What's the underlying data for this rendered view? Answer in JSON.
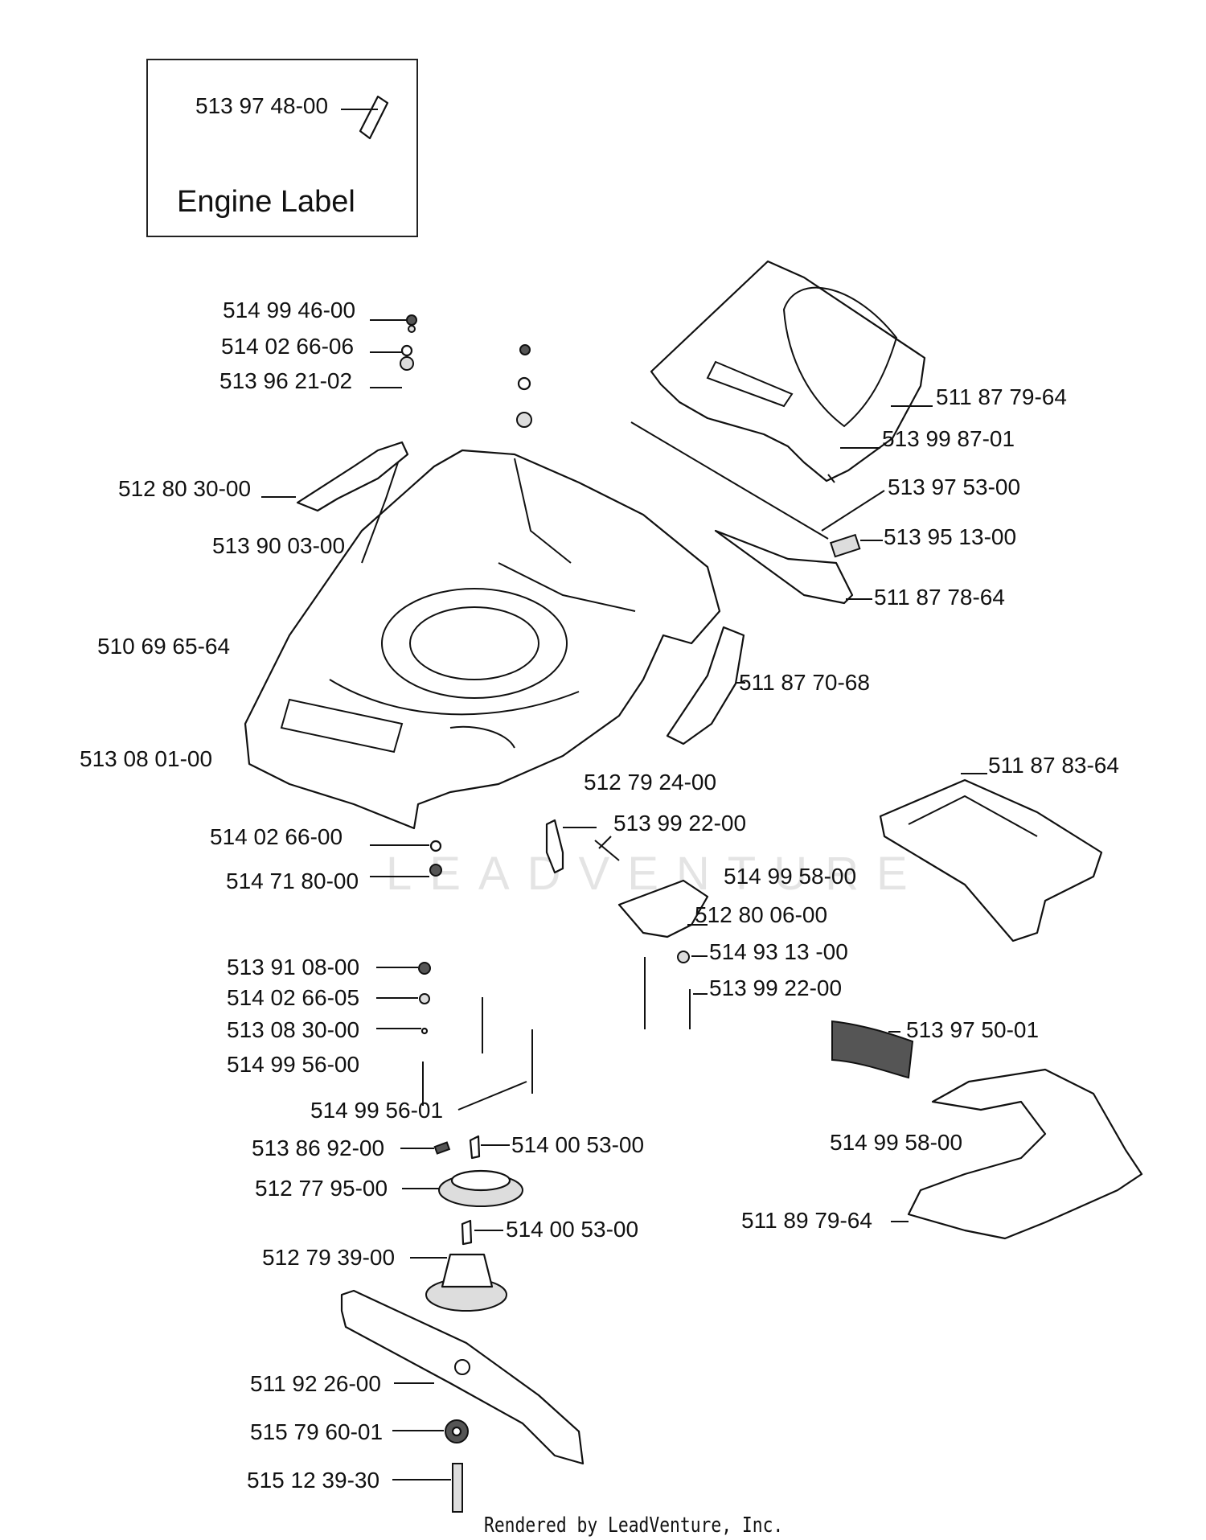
{
  "inset": {
    "part_number": "513 97 48-00",
    "title": "Engine Label"
  },
  "watermark": "LEADVENTURE",
  "footer": "Rendered by LeadVenture, Inc.",
  "callouts": [
    {
      "id": "c01",
      "text": "514 99 46-00"
    },
    {
      "id": "c02",
      "text": "514 02 66-06"
    },
    {
      "id": "c03",
      "text": "513 96 21-02"
    },
    {
      "id": "c04",
      "text": "512 80 30-00"
    },
    {
      "id": "c05",
      "text": "513 90 03-00"
    },
    {
      "id": "c06",
      "text": "510 69 65-64"
    },
    {
      "id": "c07",
      "text": "513 08 01-00"
    },
    {
      "id": "c08",
      "text": "511 87 79-64"
    },
    {
      "id": "c09",
      "text": "513 99 87-01"
    },
    {
      "id": "c10",
      "text": "513 97 53-00"
    },
    {
      "id": "c11",
      "text": "513 95 13-00"
    },
    {
      "id": "c12",
      "text": "511 87 78-64"
    },
    {
      "id": "c13",
      "text": "511 87 70-68"
    },
    {
      "id": "c14",
      "text": "511 87 83-64"
    },
    {
      "id": "c15",
      "text": "512 79 24-00"
    },
    {
      "id": "c16",
      "text": "513 99 22-00"
    },
    {
      "id": "c17",
      "text": "514 02 66-00"
    },
    {
      "id": "c18",
      "text": "514 71 80-00"
    },
    {
      "id": "c19",
      "text": "514 99 58-00"
    },
    {
      "id": "c20",
      "text": "512 80 06-00"
    },
    {
      "id": "c21",
      "text": "514 93 13 -00"
    },
    {
      "id": "c22",
      "text": "513 99 22-00"
    },
    {
      "id": "c23",
      "text": "513 91 08-00"
    },
    {
      "id": "c24",
      "text": "514 02 66-05"
    },
    {
      "id": "c25",
      "text": "513 08 30-00"
    },
    {
      "id": "c26",
      "text": "514 99 56-00"
    },
    {
      "id": "c27",
      "text": "514 99 56-01"
    },
    {
      "id": "c28",
      "text": "513 97 50-01"
    },
    {
      "id": "c29",
      "text": "514 99 58-00"
    },
    {
      "id": "c30",
      "text": "511 89 79-64"
    },
    {
      "id": "c31",
      "text": "513 86 92-00"
    },
    {
      "id": "c32",
      "text": "514 00 53-00"
    },
    {
      "id": "c33",
      "text": "512 77 95-00"
    },
    {
      "id": "c34",
      "text": "514 00 53-00"
    },
    {
      "id": "c35",
      "text": "512 79 39-00"
    },
    {
      "id": "c36",
      "text": "511 92 26-00"
    },
    {
      "id": "c37",
      "text": "515 79 60-01"
    },
    {
      "id": "c38",
      "text": "515 12 39-30"
    }
  ]
}
